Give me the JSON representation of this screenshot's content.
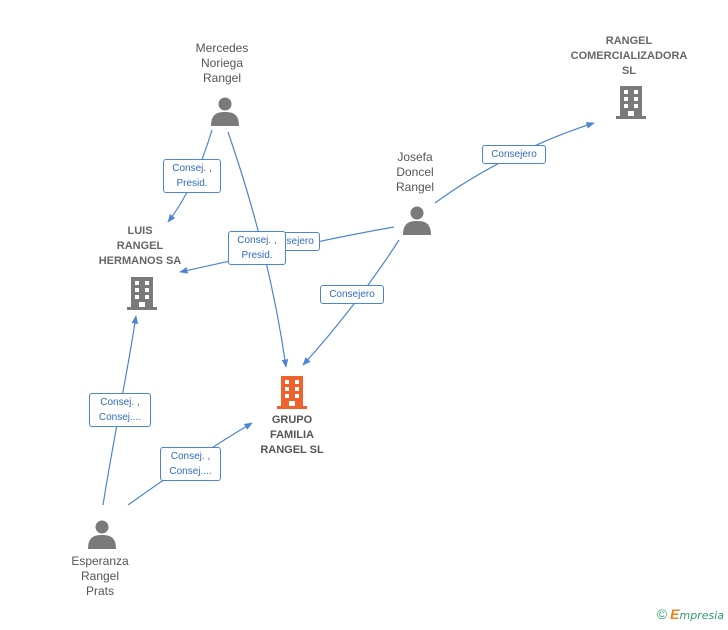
{
  "nodes": {
    "mercedes": {
      "label": "Mercedes\nNoriega\nRangel",
      "type": "person"
    },
    "rangel_comercializadora": {
      "label": "RANGEL\nCOMERCIALIZADORA\nSL",
      "type": "company"
    },
    "josefa": {
      "label": "Josefa\nDoncel\nRangel",
      "type": "person"
    },
    "luis_rangel": {
      "label": "LUIS\nRANGEL\nHERMANOS SA",
      "type": "company"
    },
    "grupo": {
      "label": "GRUPO\nFAMILIA\nRANGEL  SL",
      "type": "company-main"
    },
    "esperanza": {
      "label": "Esperanza\nRangel\nPrats",
      "type": "person"
    }
  },
  "edges": {
    "mercedes_luis": "Consej. ,\nPresid.",
    "mercedes_grupo": "Consej. ,\nPresid.",
    "josefa_luis": "Consejero",
    "josefa_rangelcom": "Consejero",
    "josefa_grupo": "Consejero",
    "esperanza_luis": "Consej. ,\nConsej....",
    "esperanza_grupo": "Consej. ,\nConsej...."
  },
  "colors": {
    "edge": "#4a86d4",
    "person_icon": "#7a7a7a",
    "company_icon": "#7a7a7a",
    "main_company_icon": "#f0622d"
  },
  "footer": {
    "copyright": "©",
    "brand_initial": "E",
    "brand_rest": "mpresia"
  }
}
